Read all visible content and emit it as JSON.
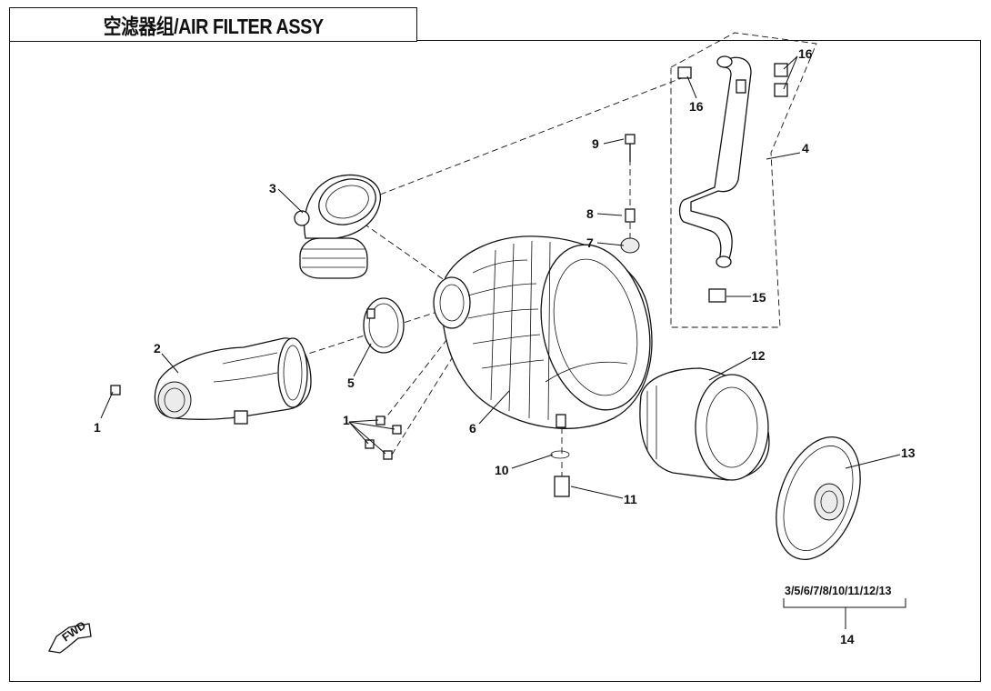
{
  "title": "空滤器组/AIR FILTER ASSY",
  "fwd_text": "FWD",
  "kit_parts": "3/5/6/7/8/10/11/12/13",
  "callouts": [
    "1",
    "2",
    "3",
    "4",
    "5",
    "6",
    "7",
    "8",
    "9",
    "10",
    "11",
    "12",
    "13",
    "14",
    "15",
    "16"
  ]
}
